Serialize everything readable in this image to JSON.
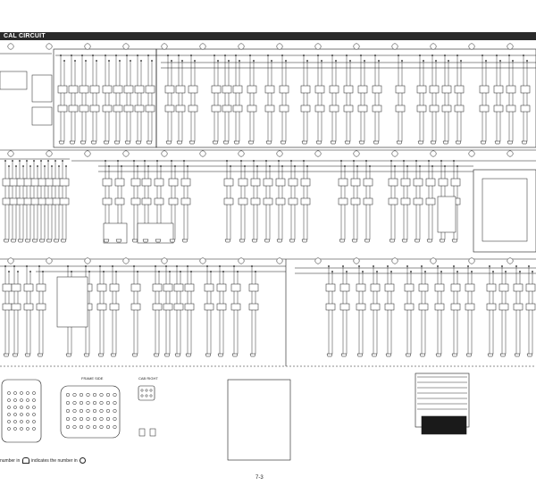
{
  "header": {
    "title": "CAL CIRCUIT"
  },
  "footer": {
    "page_number": "7-3",
    "legend_prefix": "number in",
    "legend_middle": "indicates the number in"
  },
  "connector_views": {
    "frame_side_label": "FRAME SIDE",
    "cab_right_label": "CAB RIGHT"
  }
}
